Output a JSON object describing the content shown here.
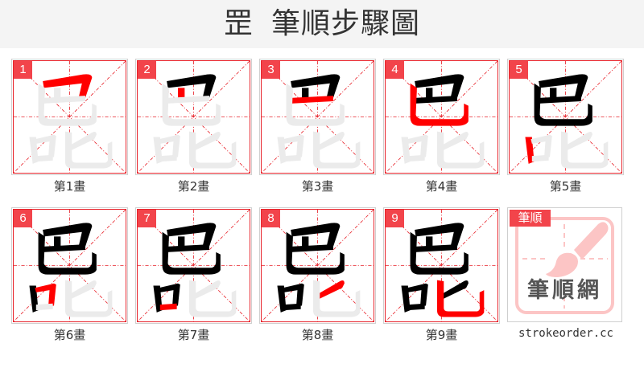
{
  "header": {
    "character": "罡",
    "title": "筆順步驟圖"
  },
  "colors": {
    "accent": "#f2444b",
    "grid": "#e8232b",
    "ghost": "#ebebeb",
    "done": "#000000",
    "current": "#ff0000",
    "header_bg": "#f4f4f4"
  },
  "steps": [
    {
      "index": "1",
      "label": "第1畫"
    },
    {
      "index": "2",
      "label": "第2畫"
    },
    {
      "index": "3",
      "label": "第3畫"
    },
    {
      "index": "4",
      "label": "第4畫"
    },
    {
      "index": "5",
      "label": "第5畫"
    },
    {
      "index": "6",
      "label": "第6畫"
    },
    {
      "index": "7",
      "label": "第7畫"
    },
    {
      "index": "8",
      "label": "第8畫"
    },
    {
      "index": "9",
      "label": "第9畫"
    }
  ],
  "logo": {
    "tag": "筆順",
    "name": "筆順網",
    "site": "strokeorder.cc",
    "icon": "paintbrush-icon"
  }
}
